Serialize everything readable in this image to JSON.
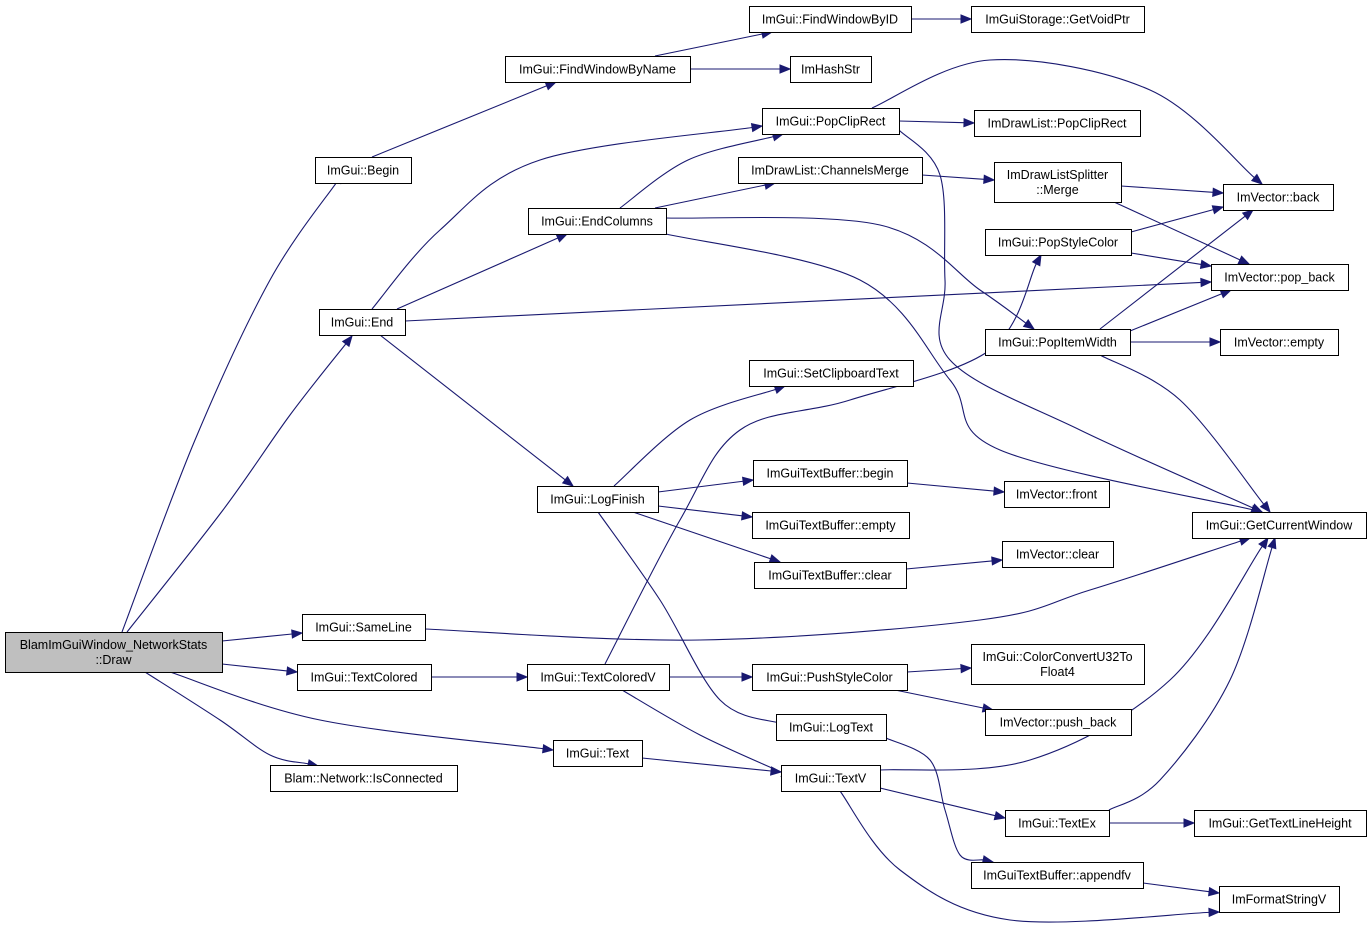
{
  "colors": {
    "edge": "#191970",
    "node_fill": "#ffffff",
    "root_fill": "#bfbfbf",
    "border": "#000000"
  },
  "nodes": [
    {
      "id": "draw",
      "lines": [
        "BlamImGuiWindow_NetworkStats",
        "::Draw"
      ],
      "root": true
    },
    {
      "id": "begin",
      "lines": [
        "ImGui::Begin"
      ]
    },
    {
      "id": "end",
      "lines": [
        "ImGui::End"
      ]
    },
    {
      "id": "sameline",
      "lines": [
        "ImGui::SameLine"
      ]
    },
    {
      "id": "textcolored",
      "lines": [
        "ImGui::TextColored"
      ]
    },
    {
      "id": "text",
      "lines": [
        "ImGui::Text"
      ]
    },
    {
      "id": "isconnected",
      "lines": [
        "Blam::Network::IsConnected"
      ]
    },
    {
      "id": "findwindowbyname",
      "lines": [
        "ImGui::FindWindowByName"
      ]
    },
    {
      "id": "findwindowbyid",
      "lines": [
        "ImGui::FindWindowByID"
      ]
    },
    {
      "id": "getvoidptr",
      "lines": [
        "ImGuiStorage::GetVoidPtr"
      ]
    },
    {
      "id": "imhashstr",
      "lines": [
        "ImHashStr"
      ]
    },
    {
      "id": "popcliprect",
      "lines": [
        "ImGui::PopClipRect"
      ]
    },
    {
      "id": "dl_popcliprect",
      "lines": [
        "ImDrawList::PopClipRect"
      ]
    },
    {
      "id": "channelsmerge",
      "lines": [
        "ImDrawList::ChannelsMerge"
      ]
    },
    {
      "id": "splitter_merge",
      "lines": [
        "ImDrawListSplitter",
        "::Merge"
      ]
    },
    {
      "id": "endcolumns",
      "lines": [
        "ImGui::EndColumns"
      ]
    },
    {
      "id": "popstylecolor",
      "lines": [
        "ImGui::PopStyleColor"
      ]
    },
    {
      "id": "popitemwidth",
      "lines": [
        "ImGui::PopItemWidth"
      ]
    },
    {
      "id": "vec_back",
      "lines": [
        "ImVector::back"
      ]
    },
    {
      "id": "vec_pop_back",
      "lines": [
        "ImVector::pop_back"
      ]
    },
    {
      "id": "vec_empty",
      "lines": [
        "ImVector::empty"
      ]
    },
    {
      "id": "setclipboardtext",
      "lines": [
        "ImGui::SetClipboardText"
      ]
    },
    {
      "id": "logfinish",
      "lines": [
        "ImGui::LogFinish"
      ]
    },
    {
      "id": "tb_begin",
      "lines": [
        "ImGuiTextBuffer::begin"
      ]
    },
    {
      "id": "tb_empty",
      "lines": [
        "ImGuiTextBuffer::empty"
      ]
    },
    {
      "id": "tb_clear",
      "lines": [
        "ImGuiTextBuffer::clear"
      ]
    },
    {
      "id": "vec_front",
      "lines": [
        "ImVector::front"
      ]
    },
    {
      "id": "vec_clear",
      "lines": [
        "ImVector::clear"
      ]
    },
    {
      "id": "getcurrentwindow",
      "lines": [
        "ImGui::GetCurrentWindow"
      ]
    },
    {
      "id": "textcoloredv",
      "lines": [
        "ImGui::TextColoredV"
      ]
    },
    {
      "id": "pushstylecolor",
      "lines": [
        "ImGui::PushStyleColor"
      ]
    },
    {
      "id": "colorconvert",
      "lines": [
        "ImGui::ColorConvertU32To",
        "Float4"
      ]
    },
    {
      "id": "vec_push_back",
      "lines": [
        "ImVector::push_back"
      ]
    },
    {
      "id": "logtext",
      "lines": [
        "ImGui::LogText"
      ]
    },
    {
      "id": "textv",
      "lines": [
        "ImGui::TextV"
      ]
    },
    {
      "id": "textex",
      "lines": [
        "ImGui::TextEx"
      ]
    },
    {
      "id": "gettextlineheight",
      "lines": [
        "ImGui::GetTextLineHeight"
      ]
    },
    {
      "id": "appendfv",
      "lines": [
        "ImGuiTextBuffer::appendfv"
      ]
    },
    {
      "id": "imformatstringv",
      "lines": [
        "ImFormatStringV"
      ]
    }
  ],
  "edges": [
    [
      "draw",
      "begin"
    ],
    [
      "draw",
      "end"
    ],
    [
      "draw",
      "sameline"
    ],
    [
      "draw",
      "textcolored"
    ],
    [
      "draw",
      "text"
    ],
    [
      "draw",
      "isconnected"
    ],
    [
      "begin",
      "findwindowbyname"
    ],
    [
      "findwindowbyname",
      "findwindowbyid"
    ],
    [
      "findwindowbyname",
      "imhashstr"
    ],
    [
      "findwindowbyid",
      "getvoidptr"
    ],
    [
      "end",
      "popcliprect"
    ],
    [
      "end",
      "endcolumns"
    ],
    [
      "end",
      "vec_pop_back"
    ],
    [
      "end",
      "logfinish"
    ],
    [
      "popcliprect",
      "dl_popcliprect"
    ],
    [
      "popcliprect",
      "vec_back"
    ],
    [
      "popcliprect",
      "getcurrentwindow"
    ],
    [
      "endcolumns",
      "popcliprect"
    ],
    [
      "endcolumns",
      "channelsmerge"
    ],
    [
      "endcolumns",
      "popitemwidth"
    ],
    [
      "endcolumns",
      "getcurrentwindow"
    ],
    [
      "channelsmerge",
      "splitter_merge"
    ],
    [
      "splitter_merge",
      "vec_back"
    ],
    [
      "splitter_merge",
      "vec_pop_back"
    ],
    [
      "popstylecolor",
      "vec_back"
    ],
    [
      "popstylecolor",
      "vec_pop_back"
    ],
    [
      "popitemwidth",
      "vec_back"
    ],
    [
      "popitemwidth",
      "vec_pop_back"
    ],
    [
      "popitemwidth",
      "vec_empty"
    ],
    [
      "popitemwidth",
      "getcurrentwindow"
    ],
    [
      "logfinish",
      "setclipboardtext"
    ],
    [
      "logfinish",
      "tb_begin"
    ],
    [
      "logfinish",
      "tb_empty"
    ],
    [
      "logfinish",
      "tb_clear"
    ],
    [
      "logfinish",
      "logtext"
    ],
    [
      "tb_begin",
      "vec_front"
    ],
    [
      "tb_clear",
      "vec_clear"
    ],
    [
      "sameline",
      "getcurrentwindow"
    ],
    [
      "textcolored",
      "textcoloredv"
    ],
    [
      "textcoloredv",
      "popstylecolor"
    ],
    [
      "textcoloredv",
      "pushstylecolor"
    ],
    [
      "textcoloredv",
      "textv"
    ],
    [
      "pushstylecolor",
      "colorconvert"
    ],
    [
      "pushstylecolor",
      "vec_push_back"
    ],
    [
      "text",
      "textv"
    ],
    [
      "logtext",
      "appendfv"
    ],
    [
      "textv",
      "getcurrentwindow"
    ],
    [
      "textv",
      "textex"
    ],
    [
      "textv",
      "imformatstringv"
    ],
    [
      "textex",
      "getcurrentwindow"
    ],
    [
      "textex",
      "gettextlineheight"
    ],
    [
      "appendfv",
      "imformatstringv"
    ]
  ]
}
